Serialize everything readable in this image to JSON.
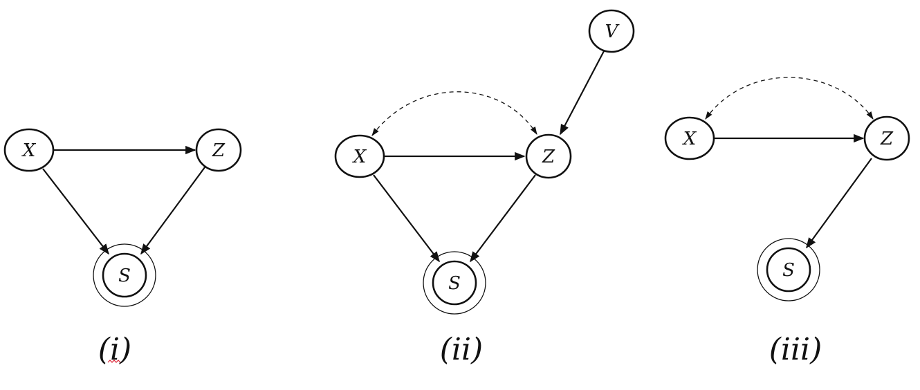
{
  "diagrams": [
    {
      "caption": "(i)",
      "nodes": {
        "x": "X",
        "z": "Z",
        "s": "S"
      },
      "edges": [
        {
          "from": "X",
          "to": "Z",
          "style": "solid"
        },
        {
          "from": "X",
          "to": "S",
          "style": "solid"
        },
        {
          "from": "Z",
          "to": "S",
          "style": "solid"
        }
      ]
    },
    {
      "caption": "(ii)",
      "nodes": {
        "x": "X",
        "z": "Z",
        "s": "S",
        "v": "V"
      },
      "edges": [
        {
          "from": "X",
          "to": "Z",
          "style": "solid"
        },
        {
          "from": "X",
          "to": "S",
          "style": "solid"
        },
        {
          "from": "Z",
          "to": "S",
          "style": "solid"
        },
        {
          "from": "V",
          "to": "Z",
          "style": "solid"
        },
        {
          "from": "X",
          "to": "Z",
          "style": "dashed-bidirected"
        }
      ]
    },
    {
      "caption": "(iii)",
      "nodes": {
        "x": "X",
        "z": "Z",
        "s": "S"
      },
      "edges": [
        {
          "from": "X",
          "to": "Z",
          "style": "solid"
        },
        {
          "from": "Z",
          "to": "S",
          "style": "solid"
        },
        {
          "from": "X",
          "to": "Z",
          "style": "dashed-bidirected"
        }
      ]
    }
  ],
  "colors": {
    "ink": "#111111",
    "spellcheck_underline": "#dd2233"
  }
}
